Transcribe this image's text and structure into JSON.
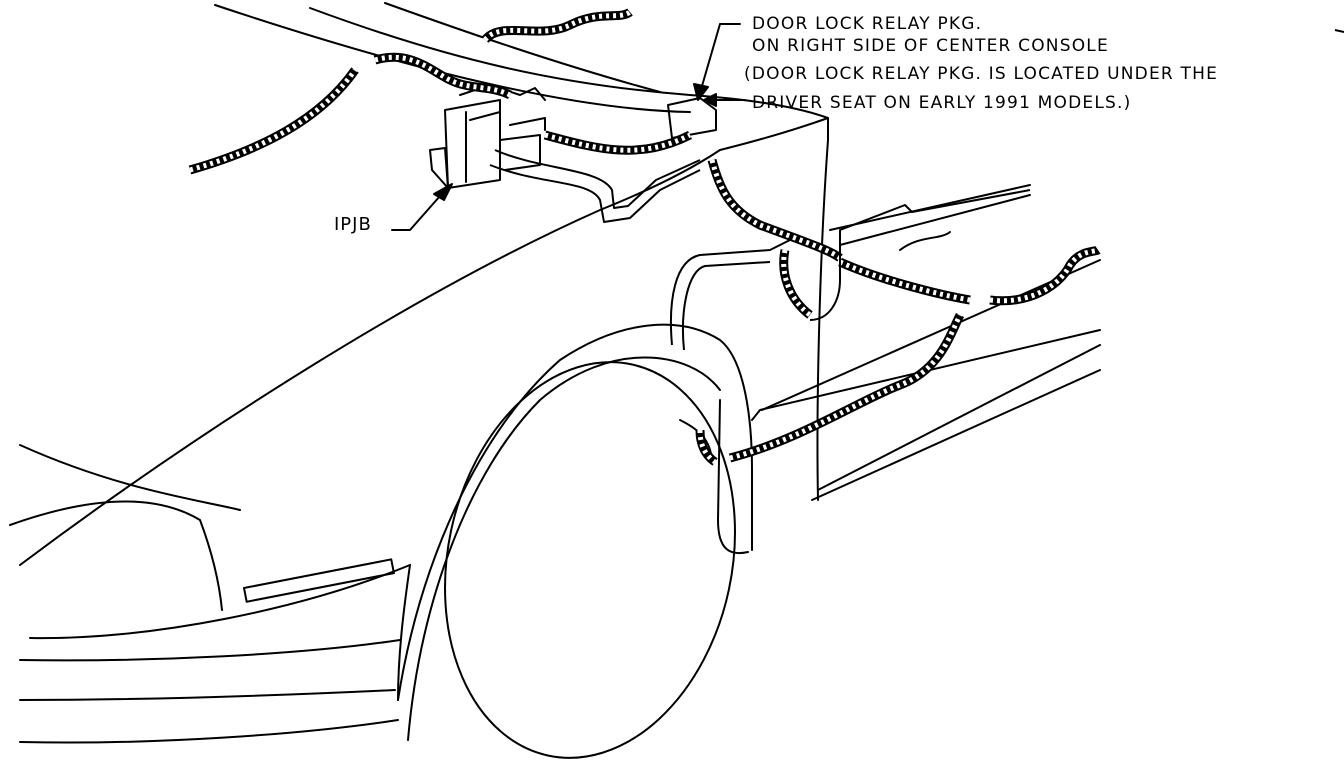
{
  "labels": {
    "relay_line1": "DOOR LOCK RELAY PKG.",
    "relay_line2": "ON RIGHT SIDE OF CENTER CONSOLE",
    "relay_note_line1": "(DOOR LOCK RELAY PKG. IS LOCATED UNDER THE",
    "relay_note_line2": "DRIVER SEAT ON EARLY 1991 MODELS.)",
    "ipjb": "IPJB"
  },
  "colors": {
    "ink": "#000000",
    "paper": "#ffffff"
  }
}
